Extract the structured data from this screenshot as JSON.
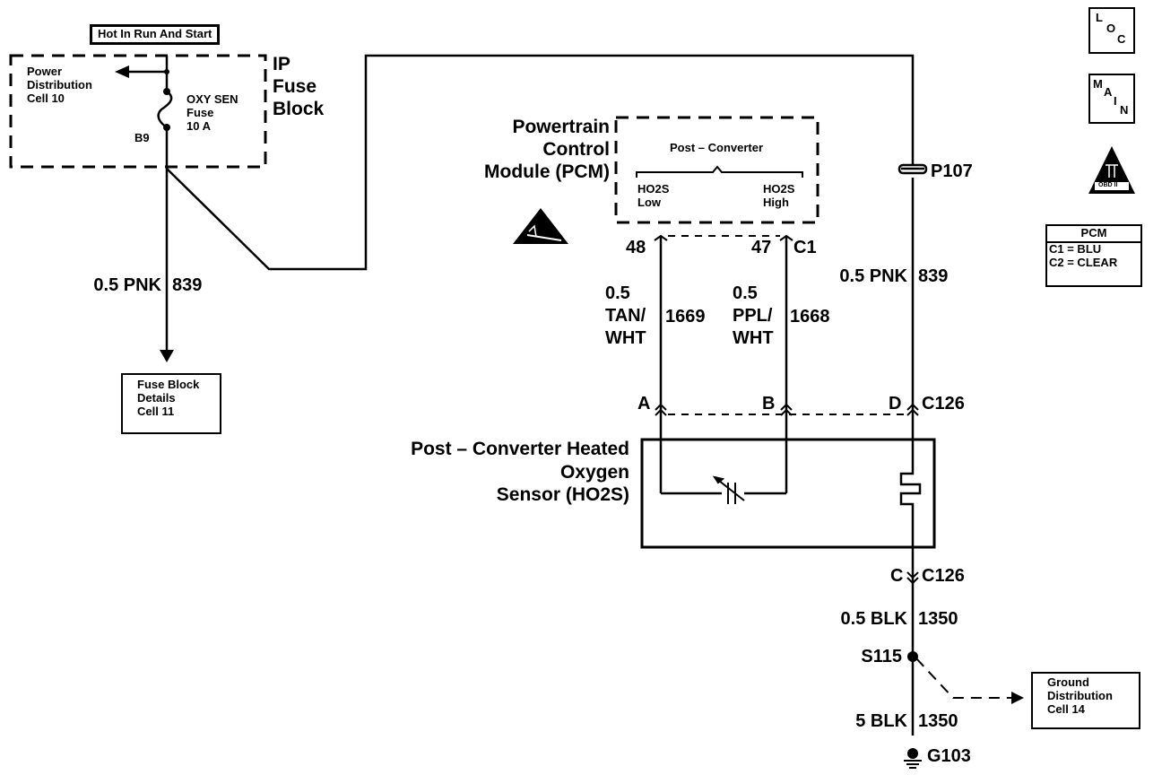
{
  "diagram": {
    "title": "Post-Converter Heated Oxygen Sensor (HO2S) Circuit",
    "colors": {
      "ink": "#000000",
      "background": "#ffffff"
    }
  },
  "power_source": {
    "hot_label": "Hot In Run And Start",
    "fuse_block_label": [
      "IP",
      "Fuse",
      "Block"
    ],
    "power_distribution_ref": [
      "Power",
      "Distribution",
      "Cell 10"
    ],
    "fuse_label": [
      "OXY SEN",
      "Fuse",
      "10 A"
    ],
    "fuse_terminal": "B9"
  },
  "left_wire": {
    "gauge_color": "0.5 PNK",
    "circuit": "839",
    "ref_box": [
      "Fuse Block",
      "Details",
      "Cell 11"
    ]
  },
  "pcm": {
    "name": [
      "Powertrain",
      "Control",
      "Module (PCM)"
    ],
    "inner_title": "Post – Converter",
    "inputs": [
      {
        "label": [
          "HO2S",
          "Low"
        ],
        "pin": "48"
      },
      {
        "label": [
          "HO2S",
          "High"
        ],
        "pin": "47"
      }
    ],
    "connector": "C1",
    "esd_icon": "esd-sensitive-icon"
  },
  "wires": [
    {
      "gauge": "0.5",
      "color": [
        "TAN/",
        "WHT"
      ],
      "circuit": "1669"
    },
    {
      "gauge": "0.5",
      "color": [
        "PPL/",
        "WHT"
      ],
      "circuit": "1668"
    },
    {
      "gauge_color": "0.5 PNK",
      "circuit": "839"
    }
  ],
  "splice_pack": "P107",
  "sensor_connector": {
    "pins": [
      "A",
      "B",
      "D"
    ],
    "connector": "C126",
    "ground_pin": "C"
  },
  "sensor": {
    "name": [
      "Post – Converter Heated",
      "Oxygen",
      "Sensor (HO2S)"
    ]
  },
  "ground": {
    "upper_wire": {
      "gauge_color": "0.5 BLK",
      "circuit": "1350"
    },
    "splice": "S115",
    "lower_wire": {
      "gauge_color": "5 BLK",
      "circuit": "1350"
    },
    "ground_point": "G103",
    "ref_box": [
      "Ground",
      "Distribution",
      "Cell 14"
    ]
  },
  "side_icons": {
    "loc": [
      "L",
      "O",
      "C"
    ],
    "main": [
      "M",
      "A",
      "I",
      "N"
    ],
    "obd": "OBD II",
    "pcm_legend": {
      "title": "PCM",
      "rows": [
        "C1 = BLU",
        "C2 = CLEAR"
      ]
    }
  }
}
